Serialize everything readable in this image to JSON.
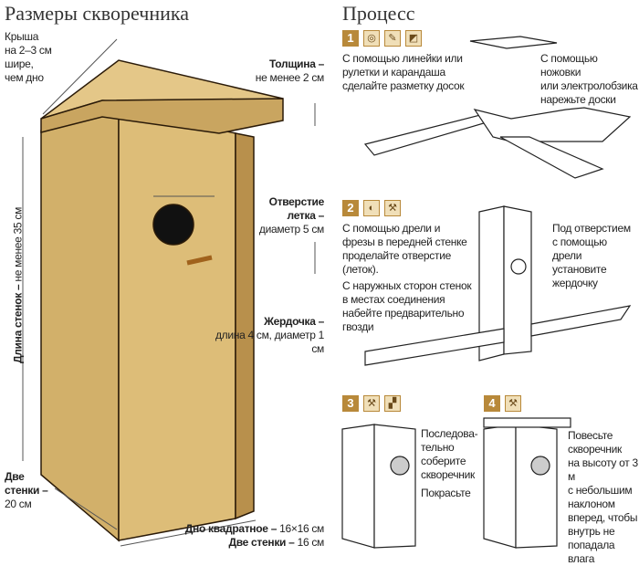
{
  "left": {
    "title": "Размеры скворечника",
    "roof": [
      "Крыша",
      "на 2–3 см",
      "шире,",
      "чем дно"
    ],
    "thickness": {
      "bold": "Толщина –",
      "text": "не менее 2 см"
    },
    "hole": {
      "bold": "Отверстие",
      "bold2": "летка –",
      "text": "диаметр 5 см"
    },
    "perch": {
      "bold": "Жердочка –",
      "text": "длина 4 см, диаметр 1 см"
    },
    "walls": {
      "bold": "Длина стенок –",
      "text": " не менее 35 см"
    },
    "two_walls": {
      "bold": "Две",
      "bold2": "стенки –",
      "text": "20 см"
    },
    "bottom": {
      "bold": "Дно квадратное –",
      "text": " 16×16 см",
      "bold2": "Две стенки –",
      "text2": " 16 см"
    }
  },
  "right": {
    "title": "Процесс",
    "steps": [
      {
        "num": "1",
        "icons": [
          "tape-measure",
          "pencil",
          "saw"
        ],
        "text": [
          "С помощью линейки или",
          "рулетки и карандаша",
          "сделайте разметку досок"
        ],
        "text2": [
          "С помощью ножовки",
          "или электролобзика",
          "нарежьте доски"
        ]
      },
      {
        "num": "2",
        "icons": [
          "drill",
          "hammer"
        ],
        "text": [
          "С помощью дрели и",
          "фрезы в передней стенке",
          "проделайте отверстие",
          "(леток)."
        ],
        "text_b": [
          "С наружных сторон стенок",
          "в местах соединения",
          "набейте предварительно",
          "гвозди"
        ],
        "text2": [
          "Под отверстием",
          "с помощью дрели",
          "установите",
          "жердочку"
        ]
      },
      {
        "num": "3",
        "icons": [
          "hammer",
          "brush"
        ],
        "text": [
          "Последова-",
          "тельно",
          "соберите",
          "скворечник"
        ],
        "text_b": [
          "Покрасьте"
        ]
      },
      {
        "num": "4",
        "icons": [
          "hammer"
        ],
        "text": [
          "Повесьте",
          "скворечник",
          "на высоту от 3 м",
          "с небольшим",
          "наклоном",
          "вперед, чтобы",
          "внутрь не",
          "попадала влага"
        ]
      }
    ]
  }
}
